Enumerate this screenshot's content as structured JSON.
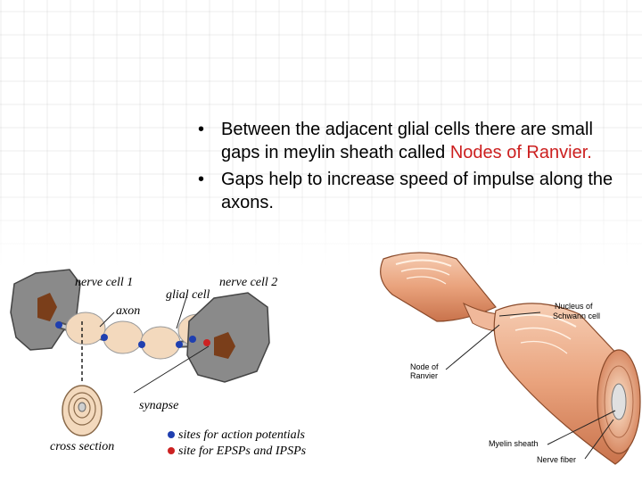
{
  "slide": {
    "bullets": [
      {
        "before": "Between the adjacent glial cells there are small gaps in meylin sheath called ",
        "highlight": "Nodes of Ranvier.",
        "after": ""
      },
      {
        "before": "Gaps help to increase speed of impulse along the axons.",
        "highlight": "",
        "after": ""
      }
    ]
  },
  "left_diagram": {
    "nerve_cell_1": "nerve cell 1",
    "nerve_cell_2": "nerve cell 2",
    "glial_cell": "glial cell",
    "axon": "axon",
    "synapse": "synapse",
    "cross_section": "cross section",
    "legend_blue": "sites for action potentials",
    "legend_red": "site for EPSPs and IPSPs"
  },
  "right_diagram": {
    "nucleus_line1": "Nucleus of",
    "nucleus_line2": "Schwann cell",
    "node_line1": "Node of",
    "node_line2": "Ranvier",
    "myelin": "Myelin sheath",
    "fiber": "Nerve fiber"
  },
  "colors": {
    "highlight": "#cc1f1f",
    "cell_gray": "#8a8a8a",
    "nucleus": "#7a3e1a",
    "glial": "#f3d9bd",
    "site_blue": "#1f3fb0",
    "site_red": "#cc2222",
    "sheath": "#e9a27c"
  }
}
